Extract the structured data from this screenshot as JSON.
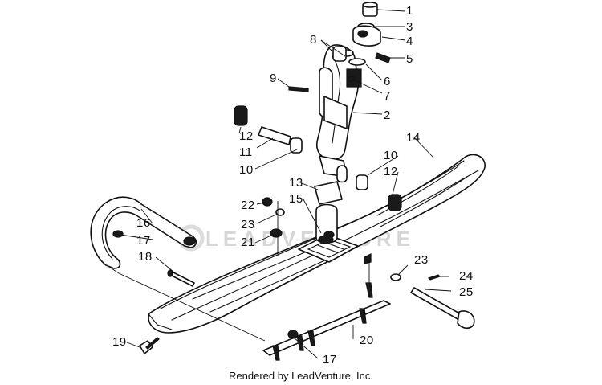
{
  "watermark": "LEADVENTURE",
  "footer": "Rendered by LeadVenture, Inc.",
  "callouts": [
    "1",
    "3",
    "4",
    "5",
    "8",
    "6",
    "9",
    "7",
    "2",
    "12",
    "11",
    "10",
    "14",
    "10",
    "12",
    "13",
    "15",
    "22",
    "23",
    "16",
    "17",
    "21",
    "18",
    "23",
    "24",
    "25",
    "19",
    "17",
    "20"
  ]
}
